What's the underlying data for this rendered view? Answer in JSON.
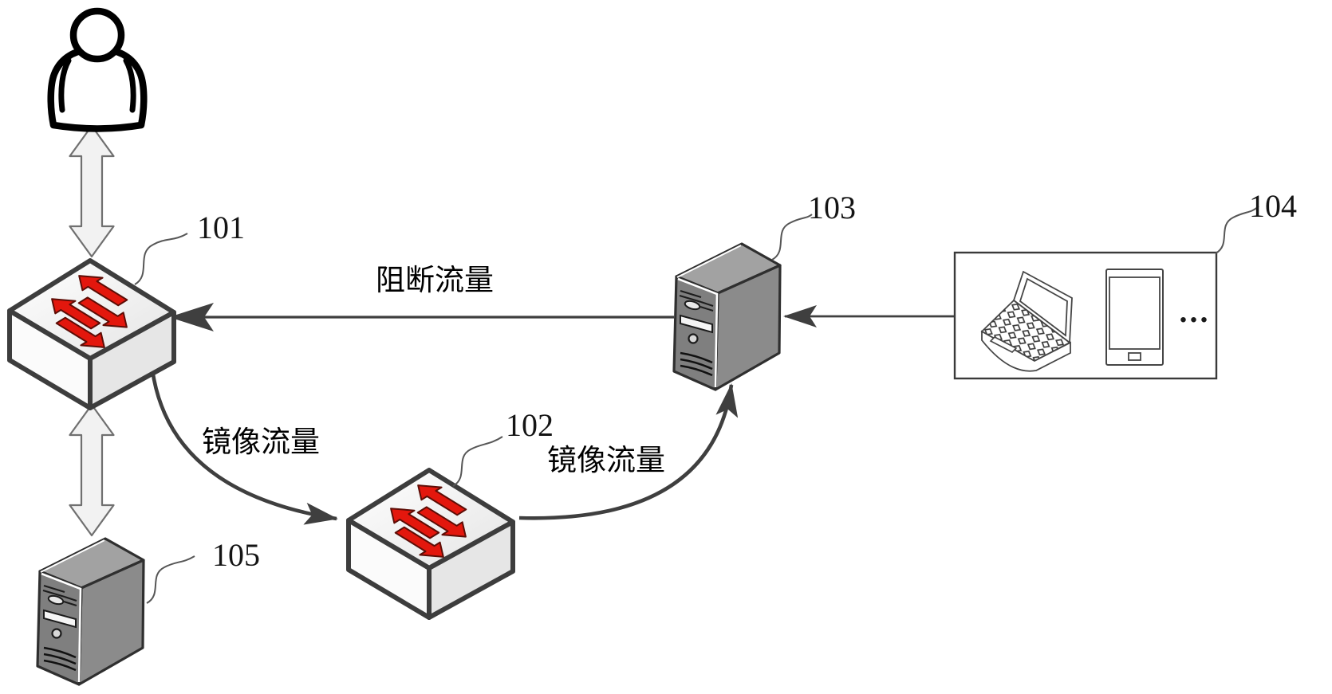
{
  "nodes": {
    "switch_101": {
      "label": "101"
    },
    "switch_102": {
      "label": "102"
    },
    "server_103": {
      "label": "103"
    },
    "terminals_104": {
      "label": "104",
      "ellipsis": "..."
    },
    "server_105": {
      "label": "105"
    }
  },
  "edges": {
    "block_traffic_label": "阻断流量",
    "mirror_traffic_label_1": "镜像流量",
    "mirror_traffic_label_2": "镜像流量"
  },
  "colors": {
    "line": "#3f3f3f",
    "leader": "#565656",
    "switch_arrow_red": "#e3170d",
    "switch_border": "#3d3d3d",
    "server_front": "#7f7f7f",
    "server_side": "#8b8b8b",
    "server_top": "#a2a2a2",
    "outline_arrow_fill": "#f2f2f2"
  }
}
